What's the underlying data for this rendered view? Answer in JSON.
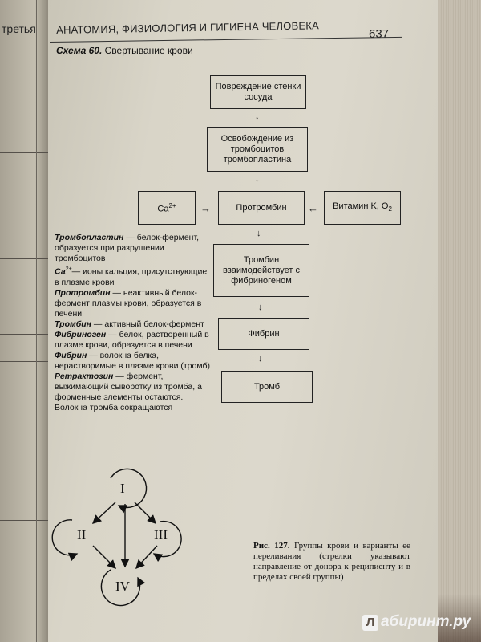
{
  "left_page": {
    "tab_word": "третья"
  },
  "header": {
    "running_title": "АНАТОМИЯ, ФИЗИОЛОГИЯ И ГИГИЕНА ЧЕЛОВЕКА",
    "page_number": "637"
  },
  "scheme": {
    "label": "Схема 60.",
    "title": "Свертывание крови",
    "boxes": {
      "damage": "Повреждение стенки сосуда",
      "release": "Освобождение из тромбоцитов тромбопластина",
      "calcium": "Ca",
      "calcium_sup": "2+",
      "prothrombin": "Протромбин",
      "vitamin": "Витамин K, O",
      "vitamin_sub": "2",
      "thrombin": "Тромбин взаимодействует с фибриногеном",
      "fibrin": "Фибрин",
      "clot": "Тромб"
    },
    "legend": [
      {
        "term": "Тромбопластин",
        "text": " — белок-фермент, образуется при разрушении тромбоцитов"
      },
      {
        "term": "Са",
        "sup": "2+",
        "text": "— ионы кальция, присутствующие в плазме крови"
      },
      {
        "term": "Протромбин",
        "text": " — неактивный белок-фермент плазмы крови, образуется в печени"
      },
      {
        "term": "Тромбин",
        "text": " — активный белок-фермент"
      },
      {
        "term": "Фибриноген",
        "text": " — белок, растворенный в плазме крови, образуется в печени"
      },
      {
        "term": "Фибрин",
        "text": " — волокна белка, нерастворимые в плазме крови (тромб)"
      },
      {
        "term": "Ретрактозин",
        "text": " — фермент, выжимающий сыворотку из тромба, а форменные элементы остаются. Волокна тромба сокращаются"
      }
    ]
  },
  "blood_groups": {
    "labels": [
      "I",
      "II",
      "III",
      "IV"
    ]
  },
  "figure_caption": {
    "label": "Рис. 127.",
    "text": " Группы крови и варианты ее переливания (стрелки указывают направление от донора к реципиенту и в пределах своей группы)"
  },
  "watermark": {
    "logo": "Л",
    "text": "абиринт.ру"
  }
}
